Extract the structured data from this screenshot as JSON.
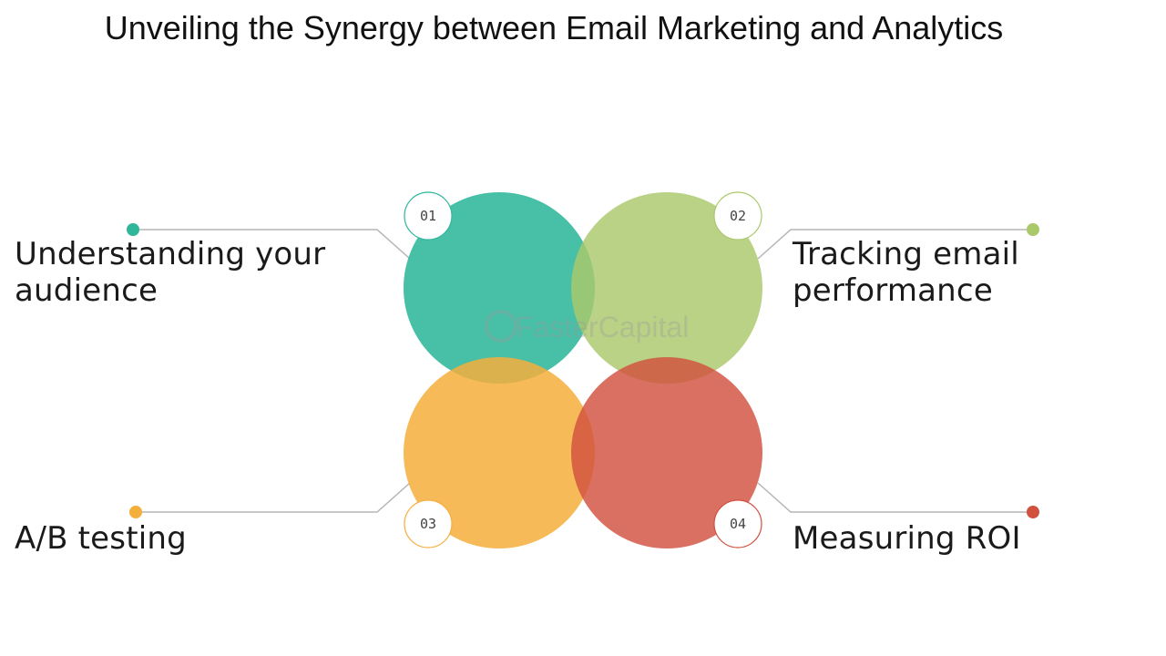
{
  "title": "Unveiling the Synergy between Email Marketing and Analytics",
  "watermark": "FasterCapital",
  "items": [
    {
      "number": "01",
      "lines": [
        "Understanding your",
        "audience"
      ],
      "color": "#2fb69b"
    },
    {
      "number": "02",
      "lines": [
        "Tracking email",
        "performance"
      ],
      "color": "#a9c86a"
    },
    {
      "number": "03",
      "lines": [
        "A/B testing"
      ],
      "color": "#f4ae3c"
    },
    {
      "number": "04",
      "lines": [
        "Measuring ROI"
      ],
      "color": "#d2503e"
    }
  ]
}
